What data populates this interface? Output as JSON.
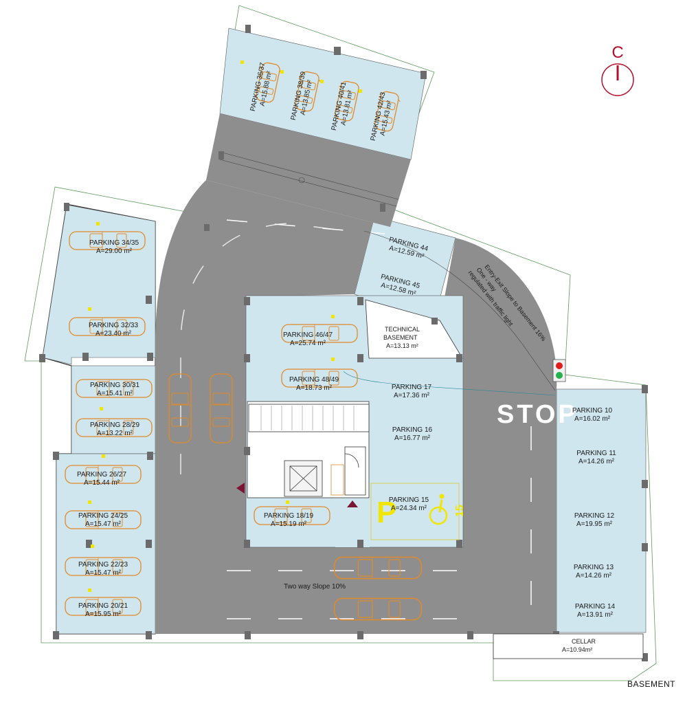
{
  "drawing_title": "BASEMENT",
  "compass_letter": "C",
  "stop_text": "STOP",
  "two_way_slope": "Two way Slope 10%",
  "entry_exit": {
    "line1": "Entry-Exit Slope to Basement 16%",
    "line2": "One - way",
    "line3": "regulated with traffic light"
  },
  "accessible_number": "15",
  "spaces": [
    {
      "id": "p36_37",
      "name": "PARKING 36/37",
      "area": "A=15.88 m²"
    },
    {
      "id": "p38_39",
      "name": "PARKING 38/39",
      "area": "A=13.85 m²"
    },
    {
      "id": "p40_41",
      "name": "PARKING 40/41",
      "area": "A=13.81 m²"
    },
    {
      "id": "p42_43",
      "name": "PARKING 42/43",
      "area": "A=15.43 m²"
    },
    {
      "id": "p34_35",
      "name": "PARKING 34/35",
      "area": "A=29.00 m²"
    },
    {
      "id": "p32_33",
      "name": "PARKING 32/33",
      "area": "A=23.40 m²"
    },
    {
      "id": "p30_31",
      "name": "PARKING 30/31",
      "area": "A=15.41 m²"
    },
    {
      "id": "p28_29",
      "name": "PARKING 28/29",
      "area": "A=13.22 m²"
    },
    {
      "id": "p26_27",
      "name": "PARKING 26/27",
      "area": "A=15.44 m²"
    },
    {
      "id": "p24_25",
      "name": "PARKING 24/25",
      "area": "A=15.47 m²"
    },
    {
      "id": "p22_23",
      "name": "PARKING 22/23",
      "area": "A=15.47 m²"
    },
    {
      "id": "p20_21",
      "name": "PARKING 20/21",
      "area": "A=15.95 m²"
    },
    {
      "id": "p44",
      "name": "PARKING 44",
      "area": "A=12.59 m²"
    },
    {
      "id": "p45",
      "name": "PARKING 45",
      "area": "A=12.58 m²"
    },
    {
      "id": "p46_47",
      "name": "PARKING 46/47",
      "area": "A=25.74 m²"
    },
    {
      "id": "p48_49",
      "name": "PARKING 48/49",
      "area": "A=18.73 m²"
    },
    {
      "id": "p18_19",
      "name": "PARKING 18/19",
      "area": "A=15.19 m²"
    },
    {
      "id": "p17",
      "name": "PARKING 17",
      "area": "A=17.36 m²"
    },
    {
      "id": "p16",
      "name": "PARKING 16",
      "area": "A=16.77 m²"
    },
    {
      "id": "p15",
      "name": "PARKING 15",
      "area": "A=24.34 m²"
    },
    {
      "id": "p10",
      "name": "PARKING 10",
      "area": "A=16.02 m²"
    },
    {
      "id": "p11",
      "name": "PARKING 11",
      "area": "A=14.26 m²"
    },
    {
      "id": "p12",
      "name": "PARKING 12",
      "area": "A=19.95 m²"
    },
    {
      "id": "p13",
      "name": "PARKING 13",
      "area": "A=14.26 m²"
    },
    {
      "id": "p14",
      "name": "PARKING 14",
      "area": "A=13.91 m²"
    }
  ],
  "technical": {
    "line1": "TECHNICAL",
    "line2": "BASEMENT",
    "area": "A=13.13 m²"
  },
  "cellar": {
    "name": "CELLAR",
    "area": "A=10.94m²"
  },
  "colors": {
    "parking_fill": "#cfe6ee",
    "ramp_fill": "#8e8e8e",
    "car_outline": "#e08a2a",
    "compass": "#b5102a",
    "accessible_sign": "#f2e600",
    "arrow": "#7a1634",
    "traffic_red": "#e31b1b",
    "traffic_green": "#22b14c"
  }
}
